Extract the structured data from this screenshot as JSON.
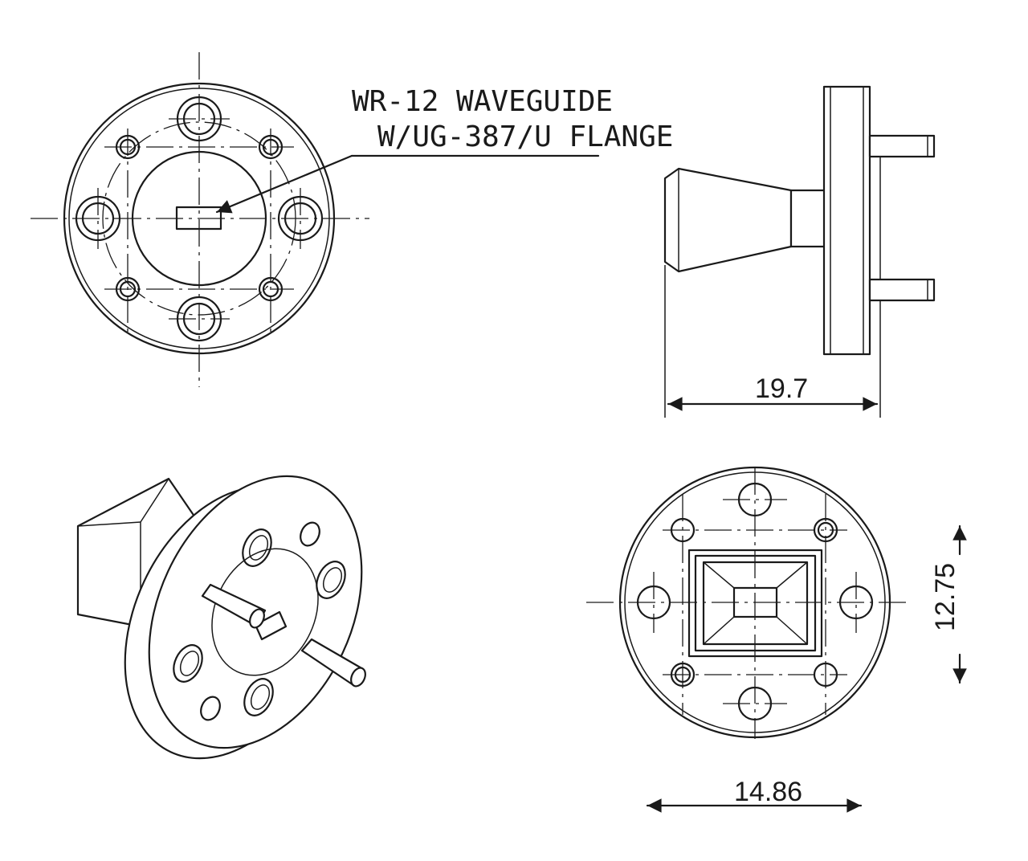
{
  "label": {
    "line1": "WR-12 WAVEGUIDE",
    "line2": "W/UG-387/U FLANGE"
  },
  "dimensions": {
    "length": "19.7",
    "height": "12.75",
    "width": "14.86"
  }
}
